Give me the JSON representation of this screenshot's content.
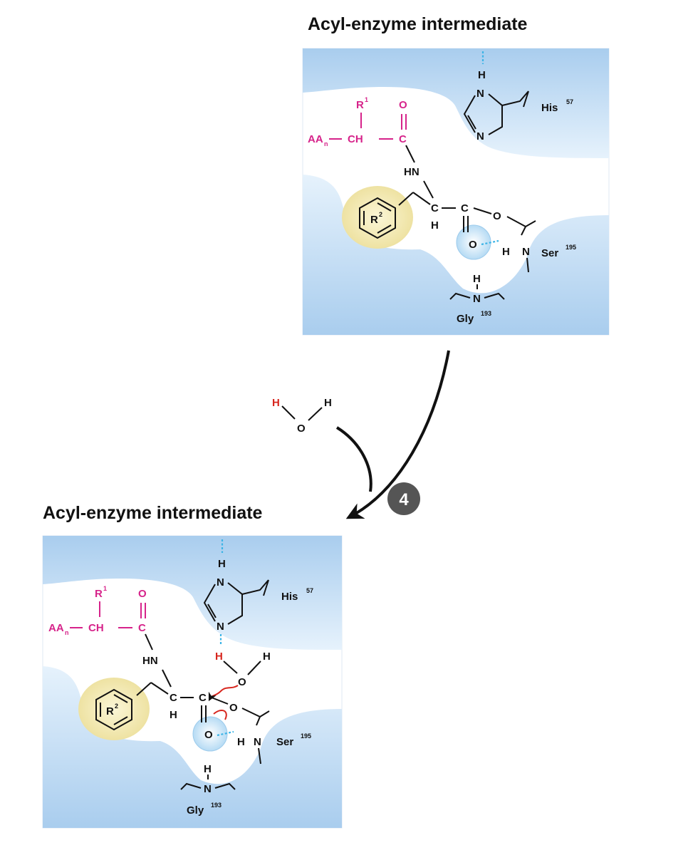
{
  "panels": [
    {
      "title": "Acyl-enzyme intermediate",
      "labels": {
        "aa": "AA",
        "aa_sub": "n",
        "ch": "CH",
        "c": "C",
        "o": "O",
        "r1": "R",
        "r1_sup": "1",
        "hn": "HN",
        "h": "H",
        "n": "N",
        "r2": "R",
        "r2_sup": "2",
        "his": "His",
        "his_num": "57",
        "ser": "Ser",
        "ser_num": "195",
        "gly": "Gly",
        "gly_num": "193"
      }
    },
    {
      "title": "Acyl-enzyme intermediate",
      "labels": {
        "aa": "AA",
        "aa_sub": "n",
        "ch": "CH",
        "c": "C",
        "o": "O",
        "r1": "R",
        "r1_sup": "1",
        "hn": "HN",
        "h": "H",
        "n": "N",
        "r2": "R",
        "r2_sup": "2",
        "his": "His",
        "his_num": "57",
        "ser": "Ser",
        "ser_num": "195",
        "gly": "Gly",
        "gly_num": "193"
      }
    }
  ],
  "water": {
    "h_left": "H",
    "o": "O",
    "h_right": "H"
  },
  "step": {
    "number": "4"
  },
  "colors": {
    "substrate": "#d6238a",
    "reacting_atom": "#d7261e",
    "hydrogen_bond": "#3cb4e6",
    "pocket": "#f6efc0",
    "enzyme": "#bcd9f2"
  }
}
